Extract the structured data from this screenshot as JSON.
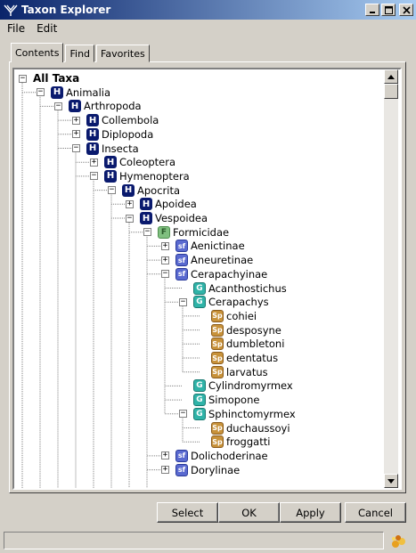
{
  "window": {
    "title": "Taxon Explorer"
  },
  "menu": {
    "items": [
      "File",
      "Edit"
    ]
  },
  "tabs": [
    {
      "label": "Contents",
      "active": true
    },
    {
      "label": "Find",
      "active": false
    },
    {
      "label": "Favorites",
      "active": false
    }
  ],
  "tree": {
    "nodes": [
      {
        "label": "All Taxa",
        "badge": "",
        "expander": "minus",
        "level": 0
      },
      {
        "label": "Animalia",
        "badge": "H",
        "expander": "minus",
        "level": 1
      },
      {
        "label": "Arthropoda",
        "badge": "H",
        "expander": "minus",
        "level": 2
      },
      {
        "label": "Collembola",
        "badge": "H",
        "expander": "plus",
        "level": 3
      },
      {
        "label": "Diplopoda",
        "badge": "H",
        "expander": "plus",
        "level": 3
      },
      {
        "label": "Insecta",
        "badge": "H",
        "expander": "minus",
        "level": 3
      },
      {
        "label": "Coleoptera",
        "badge": "H",
        "expander": "plus",
        "level": 4
      },
      {
        "label": "Hymenoptera",
        "badge": "H",
        "expander": "minus",
        "level": 4
      },
      {
        "label": "Apocrita",
        "badge": "H",
        "expander": "minus",
        "level": 5
      },
      {
        "label": "Apoidea",
        "badge": "H",
        "expander": "plus",
        "level": 6
      },
      {
        "label": "Vespoidea",
        "badge": "H",
        "expander": "minus",
        "level": 6
      },
      {
        "label": "Formicidae",
        "badge": "F",
        "expander": "minus",
        "level": 7
      },
      {
        "label": "Aenictinae",
        "badge": "sf",
        "expander": "plus",
        "level": 8
      },
      {
        "label": "Aneuretinae",
        "badge": "sf",
        "expander": "plus",
        "level": 8
      },
      {
        "label": "Cerapachyinae",
        "badge": "sf",
        "expander": "minus",
        "level": 8
      },
      {
        "label": "Acanthostichus",
        "badge": "G",
        "expander": "none",
        "level": 9
      },
      {
        "label": "Cerapachys",
        "badge": "G",
        "expander": "minus",
        "level": 9
      },
      {
        "label": "cohiei",
        "badge": "Sp",
        "expander": "none",
        "level": 10
      },
      {
        "label": "desposyne",
        "badge": "Sp",
        "expander": "none",
        "level": 10
      },
      {
        "label": "dumbletoni",
        "badge": "Sp",
        "expander": "none",
        "level": 10
      },
      {
        "label": "edentatus",
        "badge": "Sp",
        "expander": "none",
        "level": 10
      },
      {
        "label": "larvatus",
        "badge": "Sp",
        "expander": "none",
        "level": 10
      },
      {
        "label": "Cylindromyrmex",
        "badge": "G",
        "expander": "none",
        "level": 9
      },
      {
        "label": "Simopone",
        "badge": "G",
        "expander": "none",
        "level": 9
      },
      {
        "label": "Sphinctomyrmex",
        "badge": "G",
        "expander": "minus",
        "level": 9
      },
      {
        "label": "duchaussoyi",
        "badge": "Sp",
        "expander": "none",
        "level": 10
      },
      {
        "label": "froggatti",
        "badge": "Sp",
        "expander": "none",
        "level": 10
      },
      {
        "label": "Dolichoderinae",
        "badge": "sf",
        "expander": "plus",
        "level": 8
      },
      {
        "label": "Dorylinae",
        "badge": "sf",
        "expander": "plus",
        "level": 8
      }
    ]
  },
  "buttons": {
    "select": "Select",
    "ok": "OK",
    "apply": "Apply",
    "cancel": "Cancel"
  },
  "colors": {
    "titlebar_start": "#0a246a",
    "titlebar_end": "#a6caf0",
    "face": "#d4d0c8"
  }
}
